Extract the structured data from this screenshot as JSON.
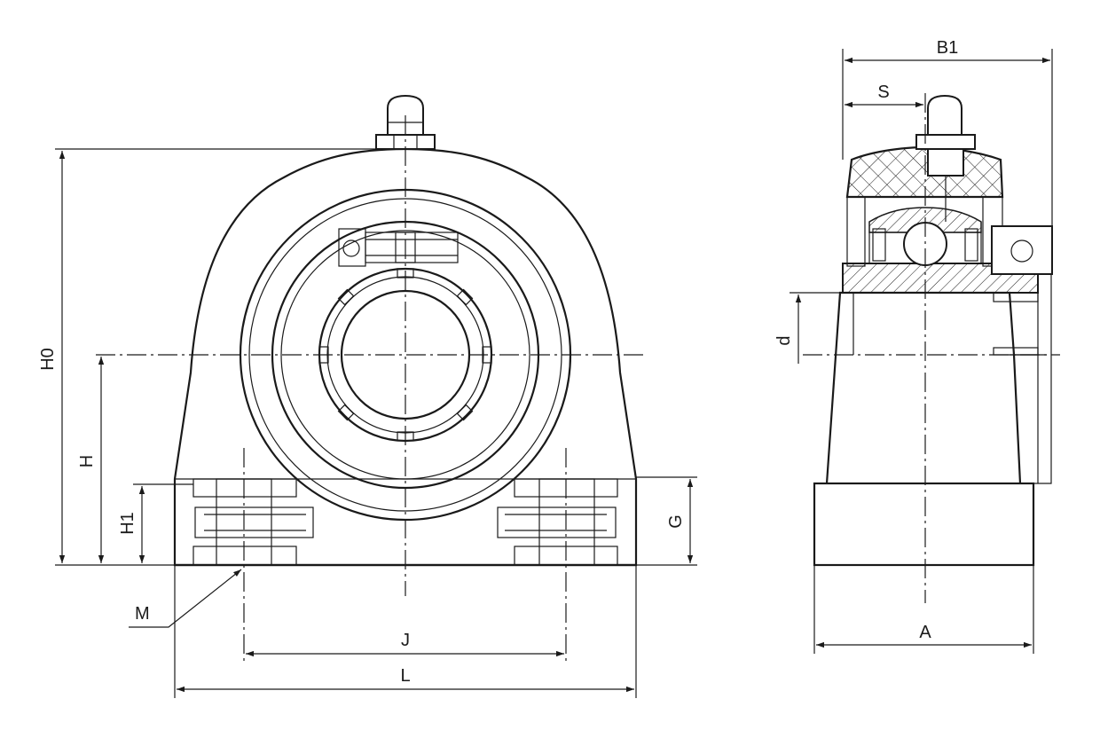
{
  "dimensions": {
    "front": {
      "h0": "H0",
      "h": "H",
      "h1": "H1",
      "g": "G",
      "m": "M",
      "j": "J",
      "l": "L"
    },
    "side": {
      "b1": "B1",
      "s": "S",
      "d": "d",
      "a": "A"
    }
  }
}
